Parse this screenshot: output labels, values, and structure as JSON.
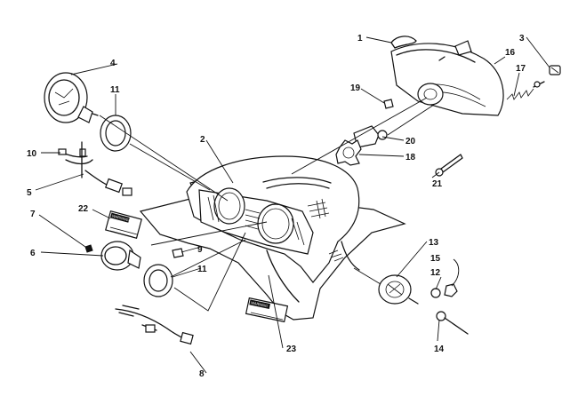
{
  "callouts": [
    "1",
    "2",
    "3",
    "4",
    "5",
    "6",
    "7",
    "8",
    "9",
    "10",
    "11",
    "11",
    "12",
    "13",
    "14",
    "15",
    "16",
    "17",
    "18",
    "19",
    "20",
    "21",
    "22",
    "23"
  ],
  "decals": {
    "left": [
      "WARNING"
    ],
    "bottom": [
      "WARNING"
    ]
  },
  "colors": {
    "ink": "#111111",
    "paper": "#ffffff"
  }
}
